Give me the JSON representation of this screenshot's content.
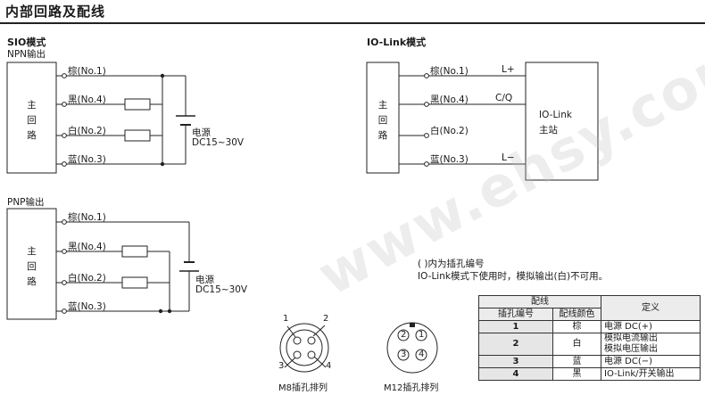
{
  "header": {
    "title": "内部回路及配线"
  },
  "sio": {
    "title": "SIO模式",
    "npn_label": "NPN输出",
    "pnp_label": "PNP输出",
    "box_lines": [
      "主",
      "回",
      "路"
    ],
    "wires": [
      "棕(No.1)",
      "黑(No.4)",
      "白(No.2)",
      "蓝(No.3)"
    ],
    "power": [
      "电源",
      "DC15~30V"
    ]
  },
  "iolink": {
    "title": "IO-Link模式",
    "box_lines": [
      "主",
      "回",
      "路"
    ],
    "wires": [
      "棕(No.1)",
      "黑(No.4)",
      "白(No.2)",
      "蓝(No.3)"
    ],
    "signals": [
      "L+",
      "C/Q",
      "L−"
    ],
    "master_lines": [
      "IO-Link",
      "主站"
    ]
  },
  "notes": [
    "(   )内为插孔编号",
    "IO-Link模式下使用时，模拟输出(白)不可用。"
  ],
  "connectors": {
    "m8_label": "M8插孔排列",
    "m12_label": "M12插孔排列",
    "pin_numbers": [
      "1",
      "2",
      "3",
      "4"
    ]
  },
  "pin_table": {
    "group_header": "配线",
    "col_pin": "插孔编号",
    "col_color": "配线颜色",
    "col_def": "定义",
    "rows": [
      {
        "pin": "1",
        "color": "棕",
        "def": [
          "电源 DC(+)"
        ]
      },
      {
        "pin": "2",
        "color": "白",
        "def": [
          "模拟电流输出",
          "模拟电压输出"
        ]
      },
      {
        "pin": "3",
        "color": "蓝",
        "def": [
          "电源 DC(−)"
        ]
      },
      {
        "pin": "4",
        "color": "黑",
        "def": [
          "IO-Link/开关输出"
        ]
      }
    ]
  },
  "watermark": "www.ehsy.com"
}
